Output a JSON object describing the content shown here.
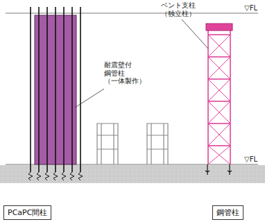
{
  "diagram": {
    "nodes": [
      {
        "text": [
          "PCaPC間柱"
        ]
      },
      {
        "text": [
          "鋼管柱"
        ]
      }
    ],
    "labels": [
      "耐震壁付 鋼管柱 （一体製作）",
      "ベント支柱 （独立柱）",
      "▽FL",
      "▽FL"
    ]
  }
}
